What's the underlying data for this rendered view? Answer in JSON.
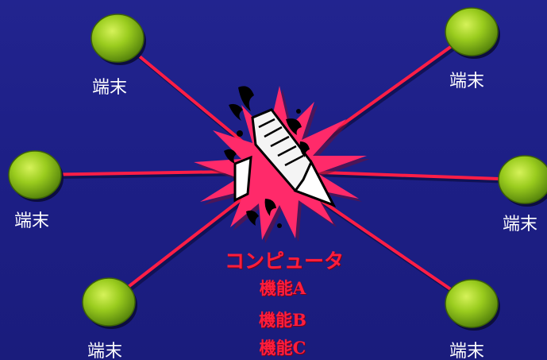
{
  "nodes": [
    {
      "id": "top-left",
      "label": "端末"
    },
    {
      "id": "top-right",
      "label": "端末"
    },
    {
      "id": "mid-left",
      "label": "端末"
    },
    {
      "id": "mid-right",
      "label": "端末"
    },
    {
      "id": "bottom-left",
      "label": "端末"
    },
    {
      "id": "bottom-right",
      "label": "端末"
    }
  ],
  "center": {
    "title": "コンピュータ",
    "functions": [
      "機能A",
      "機能B",
      "機能C"
    ],
    "icon": "broken-computer-explosion-icon"
  },
  "colors": {
    "background": "#1f2189",
    "link": "#ff1e46",
    "node": "#8bc31a",
    "center_text": "#ff1e3c",
    "label_text": "#ffffff"
  }
}
